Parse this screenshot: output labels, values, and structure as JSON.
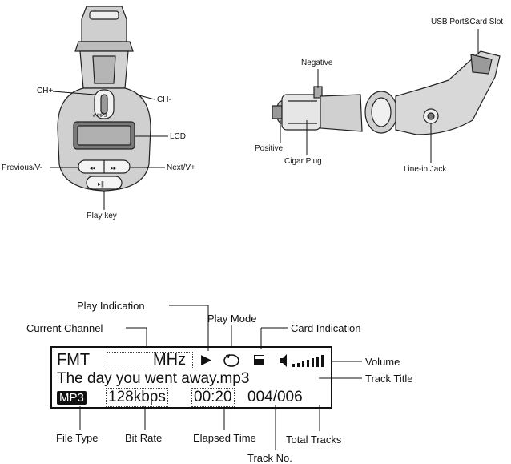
{
  "device_labels": {
    "ch_plus": "CH+",
    "ch_minus": "CH-",
    "lcd": "LCD",
    "previous_v": "Previous/V-",
    "next_v": "Next/V+",
    "play_key": "Play key",
    "brand_logo": "e MP3"
  },
  "side_labels": {
    "usb_port": "USB Port&Card Slot",
    "negative": "Negative",
    "positive": "Positive",
    "cigar_plug": "Cigar Plug",
    "line_in_jack": "Line-in  Jack"
  },
  "lcd_screen": {
    "fmt": "FMT",
    "mhz": "MHz",
    "track_title": "The day you went away.mp3",
    "file_type": "MP3",
    "bit_rate": "128kbps",
    "elapsed_time": "00:20",
    "track_count": "004/006"
  },
  "lcd_labels": {
    "play_indication": "Play Indication",
    "play_mode": "Play Mode",
    "current_channel": "Current Channel",
    "card_indication": "Card Indication",
    "volume": "Volume",
    "track_title": "Track Title",
    "file_type": "File Type",
    "bit_rate": "Bit Rate",
    "elapsed_time": "Elapsed Time",
    "total_tracks": "Total Tracks",
    "track_no": "Track No."
  },
  "colors": {
    "line": "#111111",
    "device_fill": "#d9d9d9",
    "device_dark": "#8a8a8a"
  }
}
